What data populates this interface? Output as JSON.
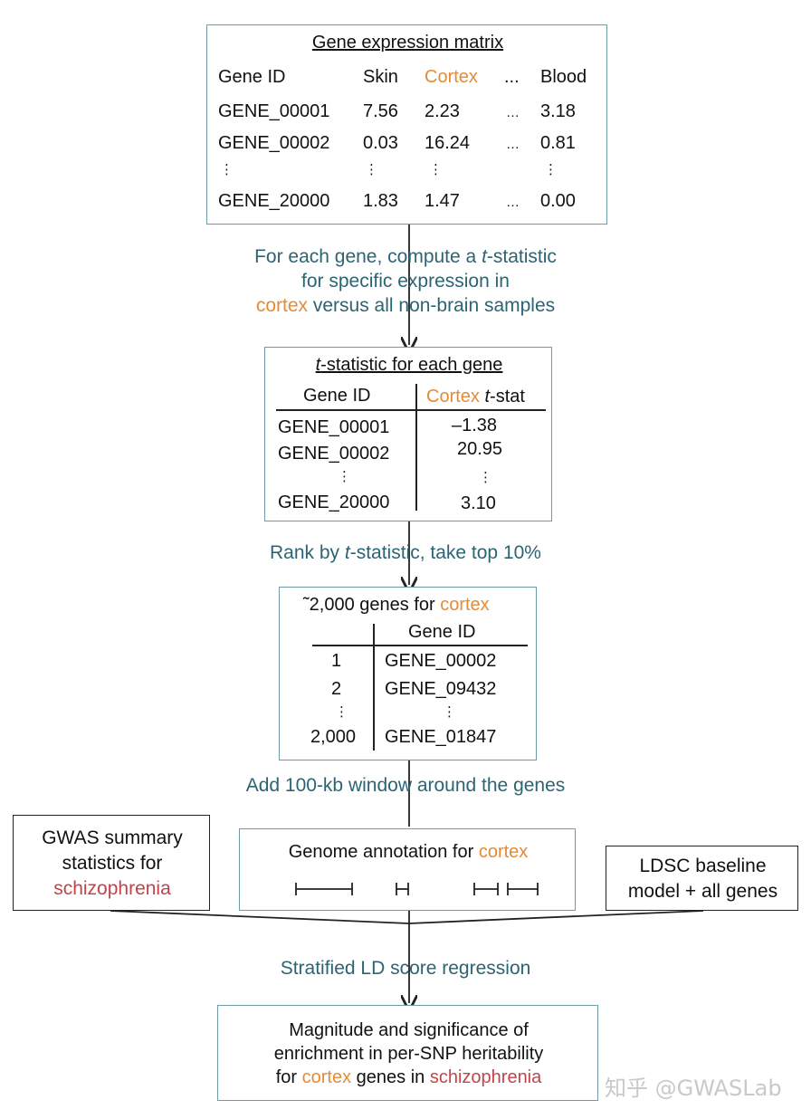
{
  "matrix": {
    "title": "Gene expression matrix",
    "headers": [
      "Gene ID",
      "Skin",
      "Cortex",
      "...",
      "Blood"
    ],
    "rows": [
      [
        "GENE_00001",
        "7.56",
        "2.23",
        "…",
        "3.18"
      ],
      [
        "GENE_00002",
        "0.03",
        "16.24",
        "…",
        "0.81"
      ],
      [
        "⋮",
        "⋮",
        "⋮",
        "",
        "⋮"
      ],
      [
        "GENE_20000",
        "1.83",
        "1.47",
        "…",
        "0.00"
      ]
    ]
  },
  "step1": {
    "line1_a": "For each gene, compute a ",
    "line1_t": "t",
    "line1_b": "-statistic",
    "line2": "for specific expression in",
    "line3_orange": "cortex",
    "line3_rest": " versus all non-brain samples"
  },
  "tstat": {
    "title_t": "t",
    "title_rest": "-statistic for each gene",
    "col1": "Gene ID",
    "col2_orange": "Cortex",
    "col2_t": "t",
    "col2_rest": "-stat",
    "rows": [
      [
        "GENE_00001",
        "–1.38"
      ],
      [
        "GENE_00002",
        "20.95"
      ],
      [
        "⋮",
        "⋮"
      ],
      [
        "GENE_20000",
        "3.10"
      ]
    ]
  },
  "step2": {
    "a": "Rank by ",
    "t": "t",
    "b": "-statistic, take top 10%"
  },
  "top": {
    "title_a": "˜2,000 genes for ",
    "title_orange": "cortex",
    "col2": "Gene ID",
    "rows": [
      [
        "1",
        "GENE_00002"
      ],
      [
        "2",
        "GENE_09432"
      ],
      [
        "⋮",
        "⋮"
      ],
      [
        "2,000",
        "GENE_01847"
      ]
    ]
  },
  "step3": "Add 100-kb window around the genes",
  "gwas": {
    "line1": "GWAS summary",
    "line2": "statistics for",
    "line3_red": "schizophrenia"
  },
  "annotation": {
    "title_a": "Genome annotation for ",
    "title_orange": "cortex"
  },
  "ldsc": {
    "line1": "LDSC baseline",
    "line2": "model + all genes"
  },
  "step4": "Stratified LD score regression",
  "result": {
    "line1": "Magnitude and significance of",
    "line2": "enrichment in per-SNP heritability",
    "line3_a": "for ",
    "line3_orange": "cortex",
    "line3_b": " genes in ",
    "line3_red": "schizophrenia"
  },
  "watermark": "知乎 @GWASLab",
  "colors": {
    "box_border": "#6f9da7",
    "teal_text": "#2b6473",
    "orange": "#e58b36",
    "red": "#c0454a"
  }
}
